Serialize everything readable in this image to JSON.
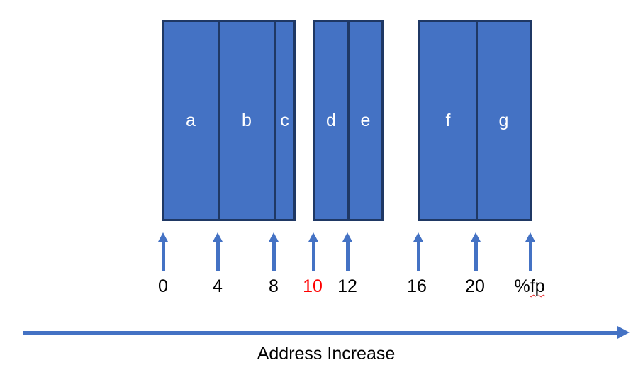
{
  "diagram": {
    "blocks": {
      "groups": [
        {
          "name": "group-abc",
          "segments": [
            {
              "label": "a"
            },
            {
              "label": "b"
            },
            {
              "label": "c"
            }
          ]
        },
        {
          "name": "group-de",
          "segments": [
            {
              "label": "d"
            },
            {
              "label": "e"
            }
          ]
        },
        {
          "name": "group-fg",
          "segments": [
            {
              "label": "f"
            },
            {
              "label": "g"
            }
          ]
        }
      ]
    },
    "ticks": [
      {
        "label": "0"
      },
      {
        "label": "4"
      },
      {
        "label": "8"
      },
      {
        "label": "10",
        "highlight": true
      },
      {
        "label": "12"
      },
      {
        "label": "16"
      },
      {
        "label": "20"
      },
      {
        "prefix": "%",
        "word": "fp",
        "wavy_underline": true
      }
    ],
    "axis": {
      "label": "Address Increase"
    },
    "colors": {
      "block_fill": "#4472C4",
      "block_border": "#1F3864",
      "arrow_blue": "#4472C4",
      "highlight_red": "#FF0000",
      "text_black": "#000000",
      "block_label_white": "#FFFFFF",
      "spellcheck_underline": "#E3272B"
    }
  }
}
